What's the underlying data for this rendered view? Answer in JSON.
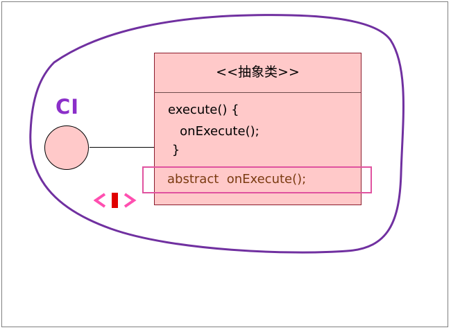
{
  "colors": {
    "background": "#ffffff",
    "frame_border": "#7f7f7f",
    "component_outline": "#7030a0",
    "ci_label": "#8b2fc9",
    "class_fill": "#ffc9c9",
    "class_border": "#8b1a2b",
    "interface_circle_fill": "#ffc9c9",
    "highlight_border": "#e0529f",
    "abstract_method_text": "#7a3a10",
    "port_chevrons": "#ff4fb0",
    "port_bar": "#e00000"
  },
  "interface": {
    "label": "CI"
  },
  "class_box": {
    "stereotype": "<<抽象类>>",
    "code_lines": [
      "execute() {",
      "   onExecute();",
      " }"
    ],
    "abstract_method": "abstract  onExecute();"
  },
  "port": {
    "icon": "port-symbol-icon"
  }
}
